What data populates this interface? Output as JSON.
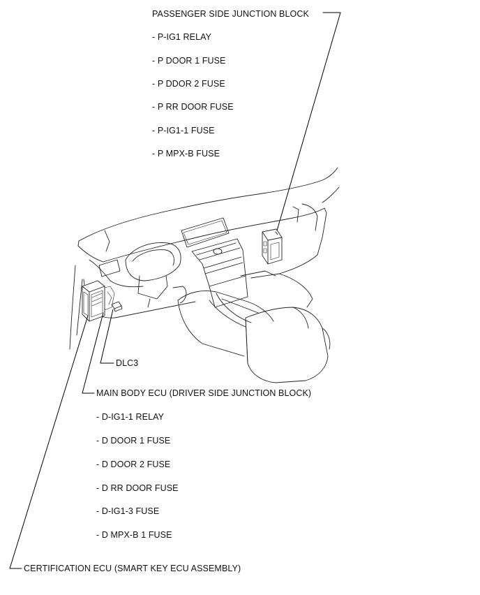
{
  "passenger_block": {
    "title": "PASSENGER SIDE JUNCTION  BLOCK",
    "items": [
      "- P-IG1 RELAY",
      "- P DOOR 1 FUSE",
      "- P DDOR 2 FUSE",
      "- P RR DOOR FUSE",
      "- P-IG1-1 FUSE",
      "- P MPX-B FUSE"
    ]
  },
  "dlc3": {
    "label": "DLC3"
  },
  "main_body": {
    "title": "MAIN BODY ECU (DRIVER SIDE JUNCTION  BLOCK)",
    "items": [
      "- D-IG1-1 RELAY",
      "- D DOOR 1 FUSE",
      "- D DOOR 2 FUSE",
      "- D RR DOOR FUSE",
      "- D-IG1-3 FUSE",
      "- D MPX-B 1 FUSE"
    ]
  },
  "certification": {
    "label": "CERTIFICATION  ECU (SMART KEY ECU ASSEMBLY)"
  }
}
